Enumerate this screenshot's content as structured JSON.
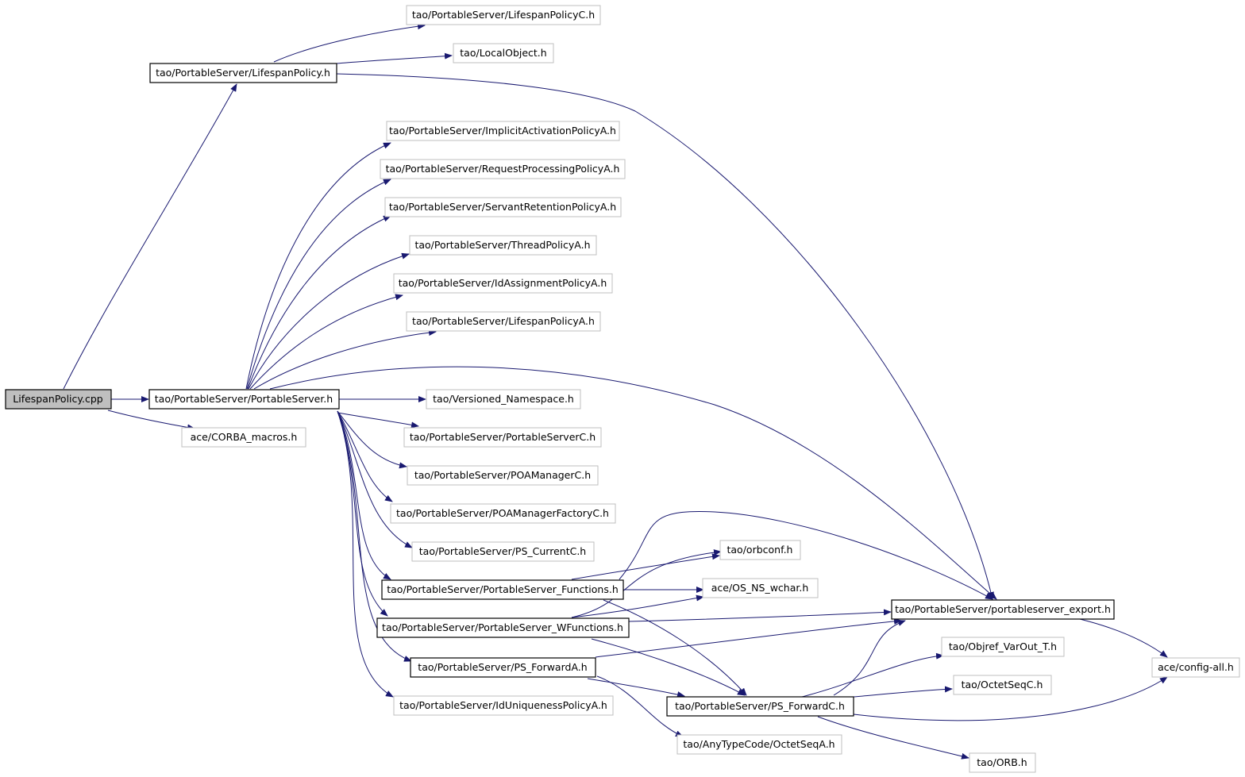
{
  "colors": {
    "edge": "#191970",
    "root_fill": "#bfbfbf",
    "plain_border": "#bfbfbf",
    "solid_border": "#000000"
  },
  "nodes": {
    "root": "LifespanPolicy.cpp",
    "lifespan_policy_h": "tao/PortableServer/LifespanPolicy.h",
    "lifespan_policy_c": "tao/PortableServer/LifespanPolicyC.h",
    "local_object": "tao/LocalObject.h",
    "implicit_activation": "tao/PortableServer/ImplicitActivationPolicyA.h",
    "request_processing": "tao/PortableServer/RequestProcessingPolicyA.h",
    "servant_retention": "tao/PortableServer/ServantRetentionPolicyA.h",
    "thread_policy": "tao/PortableServer/ThreadPolicyA.h",
    "id_assignment": "tao/PortableServer/IdAssignmentPolicyA.h",
    "lifespan_policy_a": "tao/PortableServer/LifespanPolicyA.h",
    "portable_server_h": "tao/PortableServer/PortableServer.h",
    "versioned_namespace": "tao/Versioned_Namespace.h",
    "corba_macros": "ace/CORBA_macros.h",
    "portable_server_c": "tao/PortableServer/PortableServerC.h",
    "poa_manager_c": "tao/PortableServer/POAManagerC.h",
    "poa_manager_factory": "tao/PortableServer/POAManagerFactoryC.h",
    "ps_current": "tao/PortableServer/PS_CurrentC.h",
    "orbconf": "tao/orbconf.h",
    "ps_functions": "tao/PortableServer/PortableServer_Functions.h",
    "os_ns_wchar": "ace/OS_NS_wchar.h",
    "portableserver_export": "tao/PortableServer/portableserver_export.h",
    "ps_wfunctions": "tao/PortableServer/PortableServer_WFunctions.h",
    "objref_varout": "tao/Objref_VarOut_T.h",
    "config_all": "ace/config-all.h",
    "ps_forward_a": "tao/PortableServer/PS_ForwardA.h",
    "octet_seq_c": "tao/OctetSeqC.h",
    "id_uniqueness": "tao/PortableServer/IdUniquenessPolicyA.h",
    "ps_forward_c": "tao/PortableServer/PS_ForwardC.h",
    "any_typecode_octet": "tao/AnyTypeCode/OctetSeqA.h",
    "orb": "tao/ORB.h"
  }
}
